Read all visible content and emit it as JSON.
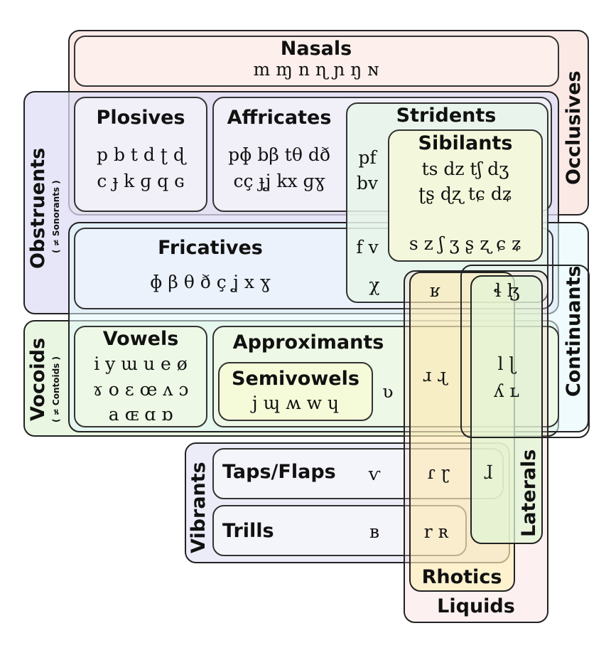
{
  "groups": {
    "occlusives": "Occlusives",
    "obstruents": "Obstruents",
    "obstruents_sub": "( ≠ Sonorants )",
    "continuants": "Continuants",
    "vocoids": "Vocoids",
    "vocoids_sub": "( ≠ Contoids )",
    "vibrants": "Vibrants",
    "laterals": "Laterals",
    "rhotics": "Rhotics",
    "liquids": "Liquids"
  },
  "nasals": {
    "title": "Nasals",
    "sounds": "m ɱ n ɳ ɲ ŋ ɴ"
  },
  "plosives": {
    "title": "Plosives",
    "row1": "p b  t d  ʈ ɖ",
    "row2": "c ɟ  k ɡ  q ɢ"
  },
  "affricates": {
    "title": "Affricates",
    "row1": "pɸ bβ  tθ dð",
    "row2": "cç ɟʝ  kx ɡɣ"
  },
  "stridents": {
    "title": "Stridents",
    "pf": "pf",
    "bv": "bv",
    "fv": "f v",
    "chi": "χ"
  },
  "sibilants": {
    "title": "Sibilants",
    "row1": "ts dz  tʃ dʒ",
    "row2": "ʈʂ ɖʐ  tɕ dʑ",
    "row3": "s z  ʃ ʒ  ʂ ʐ  ɕ ʑ"
  },
  "fricatives": {
    "title": "Fricatives",
    "sounds": "ɸ β  θ ð  ç ʝ  x ɣ"
  },
  "uvular_fricative": "ʁ",
  "lateral_fricatives": "ɬ ɮ",
  "vowels": {
    "title": "Vowels",
    "row1": "i y  ɯ u  e ø",
    "row2": "ɤ o  ɛ œ  ʌ ɔ",
    "row3": "a ɶ  ɑ ɒ"
  },
  "approximants": {
    "title": "Approximants",
    "v": "ʋ",
    "rhotic": "ɹ ɻ",
    "lateral_row1": "l ɭ",
    "lateral_row2": "ʎ ʟ"
  },
  "semivowels": {
    "title": "Semivowels",
    "sounds": "j ɰ  ʍ w  ɥ"
  },
  "taps": {
    "title": "Taps/Flaps",
    "labial": "ⱱ",
    "rhotic": "ɾ ɽ",
    "lateral": "ɺ"
  },
  "trills": {
    "title": "Trills",
    "labial": "ʙ",
    "rhotic": "r ʀ"
  }
}
